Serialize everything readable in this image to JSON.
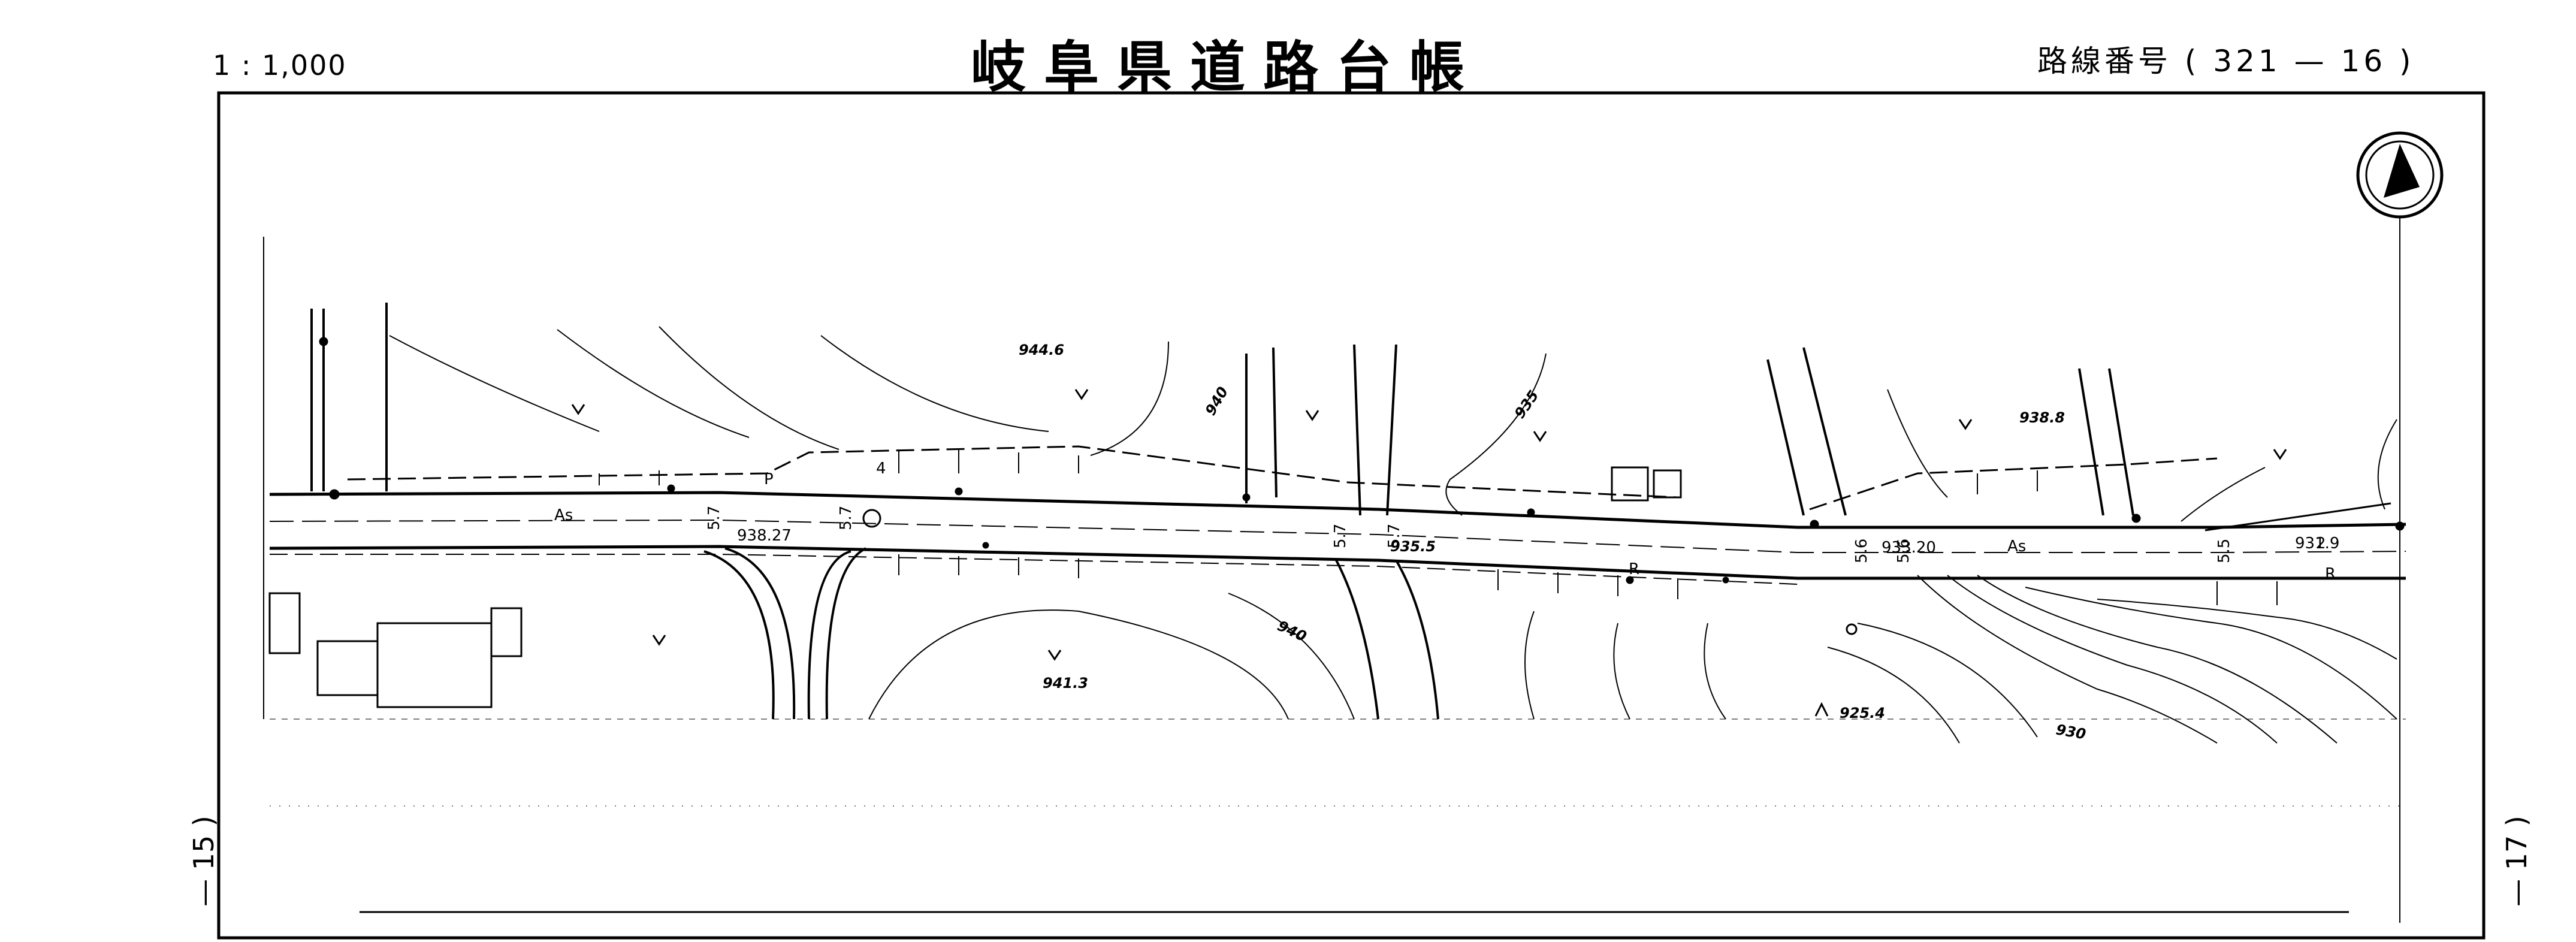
{
  "header": {
    "scale": "1 : 1,000",
    "title": "岐阜県道路台帳",
    "route_number": "路線番号 ( 321 — 16 )"
  },
  "page_refs": {
    "left": "— 15 )",
    "right": "— 17 )"
  },
  "map": {
    "road_surface": [
      "As",
      "As"
    ],
    "elevations": [
      "944.6",
      "938.27",
      "935.5",
      "933.20",
      "931.9",
      "938.8",
      "941.3",
      "925.4"
    ],
    "contours": [
      "940",
      "935",
      "940",
      "930"
    ],
    "widths": [
      "5.7",
      "5.7",
      "5.7",
      "5.6",
      "5.6",
      "5.5",
      "5.7"
    ],
    "marks": [
      "R",
      "R",
      "4",
      "P",
      "2"
    ],
    "north_arrow": "north-arrow-icon"
  }
}
